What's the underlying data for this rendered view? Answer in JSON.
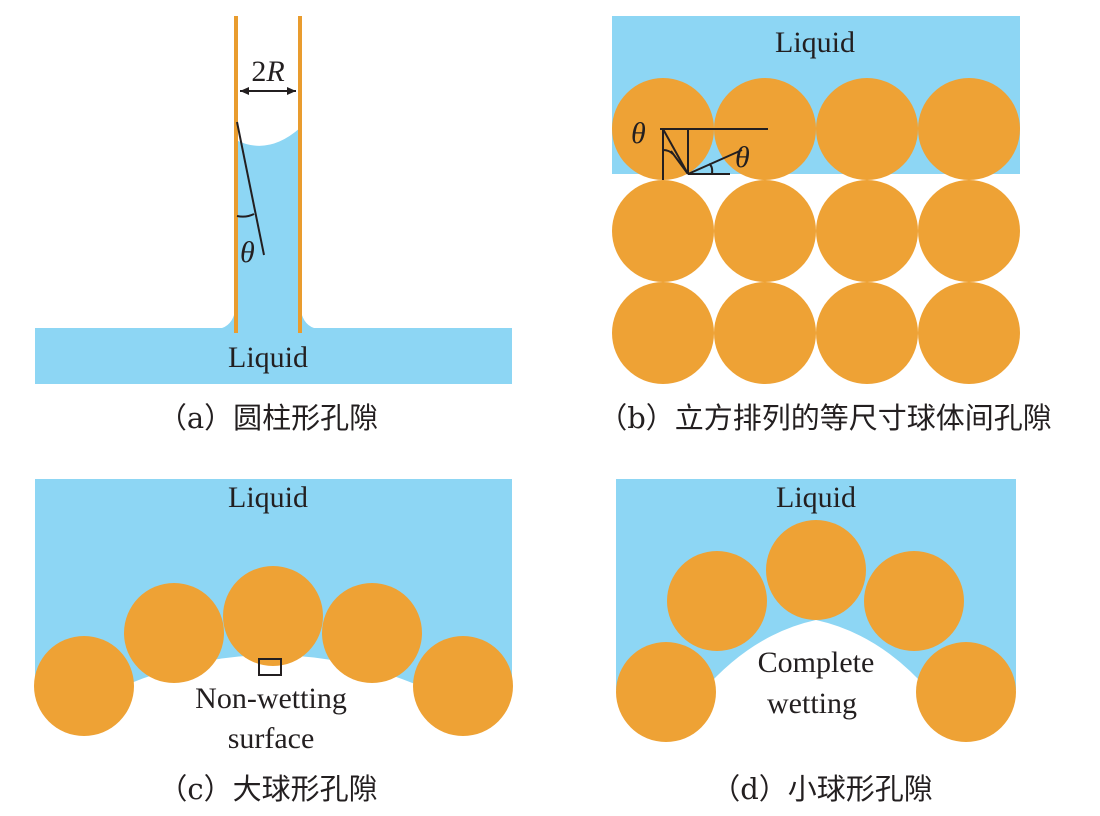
{
  "colors": {
    "liquid": "#8dd6f4",
    "particle": "#eea235",
    "tube_wall": "#e99c2e",
    "ink": "#231f20"
  },
  "panel_a": {
    "liquid_label": "Liquid",
    "diameter_label": "2R",
    "diameter_prefix": "2",
    "diameter_symbol": "R",
    "angle_label": "θ",
    "caption": "（a）圆柱形孔隙"
  },
  "panel_b": {
    "liquid_label": "Liquid",
    "angle_label_left": "θ",
    "angle_label_right": "θ",
    "caption": "（b）立方排列的等尺寸球体间孔隙"
  },
  "panel_c": {
    "liquid_label": "Liquid",
    "surface_label_line1": "Non-wetting",
    "surface_label_line2": "surface",
    "caption": "（c）大球形孔隙"
  },
  "panel_d": {
    "liquid_label": "Liquid",
    "surface_label_line1": "Complete",
    "surface_label_line2": "wetting",
    "caption": "（d）小球形孔隙"
  }
}
